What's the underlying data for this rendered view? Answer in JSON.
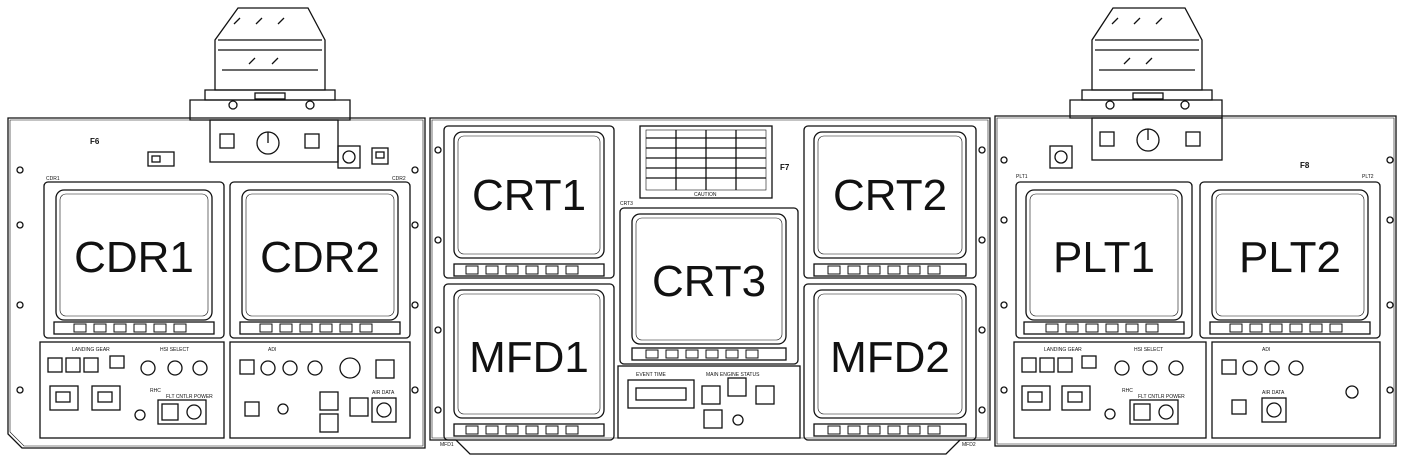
{
  "panels": {
    "f6": {
      "label": "F6",
      "screens": [
        "CDR1",
        "CDR2"
      ],
      "corner_labels": [
        "CDR1",
        "CDR2"
      ]
    },
    "f7": {
      "label": "F7",
      "screens": [
        "CRT1",
        "CRT2",
        "CRT3",
        "MFD1",
        "MFD2"
      ],
      "corner_labels": [
        "CRT3",
        "MFD1",
        "MFD2"
      ]
    },
    "f8": {
      "label": "F8",
      "screens": [
        "PLT1",
        "PLT2"
      ],
      "corner_labels": [
        "PLT1",
        "PLT2"
      ]
    }
  },
  "subpanels": {
    "landing_gear": "LANDING GEAR",
    "hsi_select": "HSI SELECT",
    "adi": "ADI",
    "air_data": "AIR DATA",
    "rhc": "RHC",
    "flt_cntlr": "FLT CNTLR POWER",
    "event_time": "EVENT TIME",
    "main_engine_status": "MAIN ENGINE STATUS",
    "caution": "CAUTION"
  },
  "colors": {
    "ink": "#111111",
    "background": "#ffffff"
  }
}
